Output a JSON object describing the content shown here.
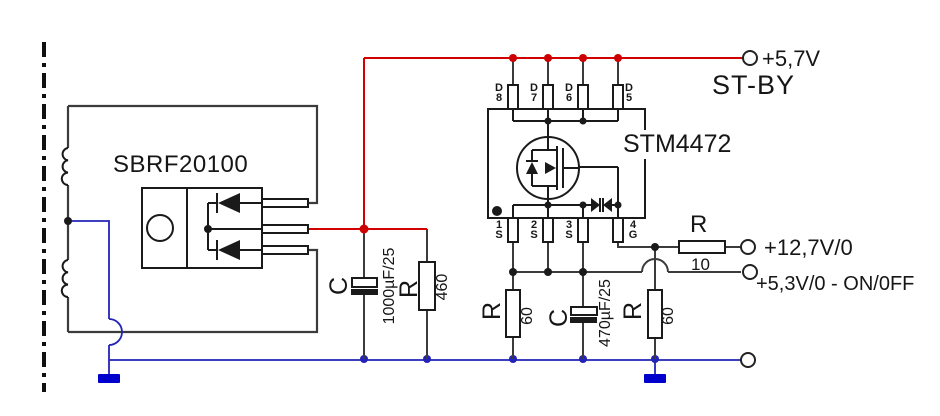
{
  "colors": {
    "rail_red": "#d40000",
    "ground_blue": "#2323b8",
    "ground_symbol_blue": "#0000cc",
    "wire_black": "#3b3b3b"
  },
  "rectifier": {
    "part_number": "SBRF20100"
  },
  "mosfet_ic": {
    "part_number": "STM4472",
    "top_pins": [
      {
        "name": "D",
        "num": "8"
      },
      {
        "name": "D",
        "num": "7"
      },
      {
        "name": "D",
        "num": "6"
      },
      {
        "name": "D",
        "num": "5"
      }
    ],
    "bottom_pins": [
      {
        "num": "1",
        "name": "S"
      },
      {
        "num": "2",
        "name": "S"
      },
      {
        "num": "3",
        "name": "S"
      },
      {
        "num": "4",
        "name": "G"
      }
    ]
  },
  "passives": {
    "c1": {
      "ref": "C",
      "value": "1000µF/25"
    },
    "r1": {
      "ref": "R",
      "value": "460"
    },
    "r2": {
      "ref": "R",
      "value": "60"
    },
    "c2": {
      "ref": "C",
      "value": "470µF/25"
    },
    "r3": {
      "ref": "R",
      "value": "60"
    },
    "r4": {
      "ref": "R",
      "value": "10"
    }
  },
  "terminals": {
    "rail_5v7": {
      "label": "+5,7V",
      "sublabel": "ST-BY"
    },
    "rail_12v7": {
      "label": "+12,7V/0"
    },
    "rail_5v3": {
      "label": "+5,3V/0 - ON/0FF"
    }
  }
}
